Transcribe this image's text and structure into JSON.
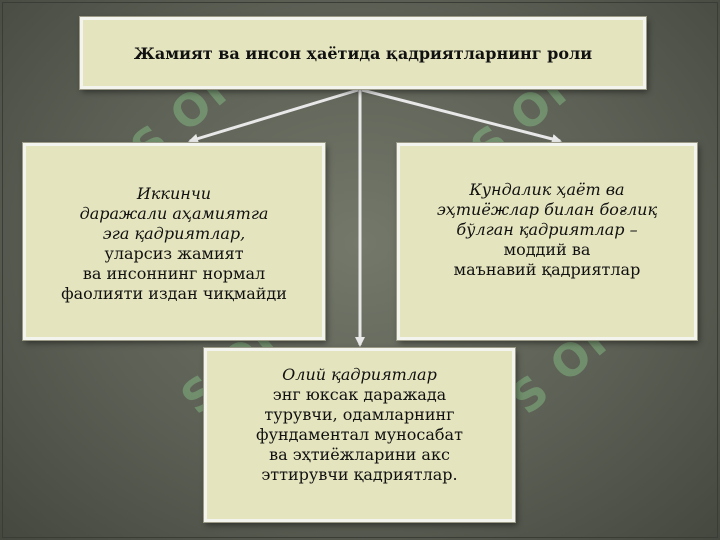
{
  "diagram": {
    "title": "Жамият ва инсон ҳаётида қадриятларнинг роли",
    "left": {
      "italic_lines": [
        "Иккинчи",
        "даражали аҳамиятга",
        "эга қадриятлар,"
      ],
      "lines": [
        "уларсиз жамият",
        "ва инсоннинг нормал",
        "фаолияти издан чиқмайди"
      ]
    },
    "right": {
      "italic_lines": [
        "Кундалик ҳаёт ва",
        "эҳтиёжлар билан боғлиқ",
        "бўлган қадриятлар –"
      ],
      "lines": [
        "моддий ва",
        "маънавий қадриятлар"
      ]
    },
    "bottom": {
      "italic_lines": [
        "Олий қадриятлар"
      ],
      "lines": [
        "энг юксак даражада",
        "турувчи, одамларнинг",
        "фундаментал муносабат",
        "ва эҳтиёжларини акс",
        "эттирувчи қадриятлар."
      ]
    }
  },
  "watermark": "SOFF",
  "colors": {
    "box_fill": "#e4e4bf",
    "box_border": "#f4f4ee",
    "arrow": "#e8e8e8",
    "background": "#5c6055"
  }
}
